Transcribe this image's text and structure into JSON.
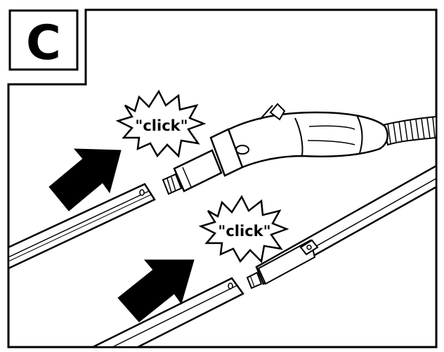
{
  "step": {
    "letter": "C"
  },
  "callouts": [
    {
      "text": "\"click\""
    },
    {
      "text": "\"click\""
    }
  ],
  "colors": {
    "ink": "#000000",
    "paper": "#ffffff"
  },
  "icons": [
    "arrow-icon",
    "burst-icon"
  ]
}
